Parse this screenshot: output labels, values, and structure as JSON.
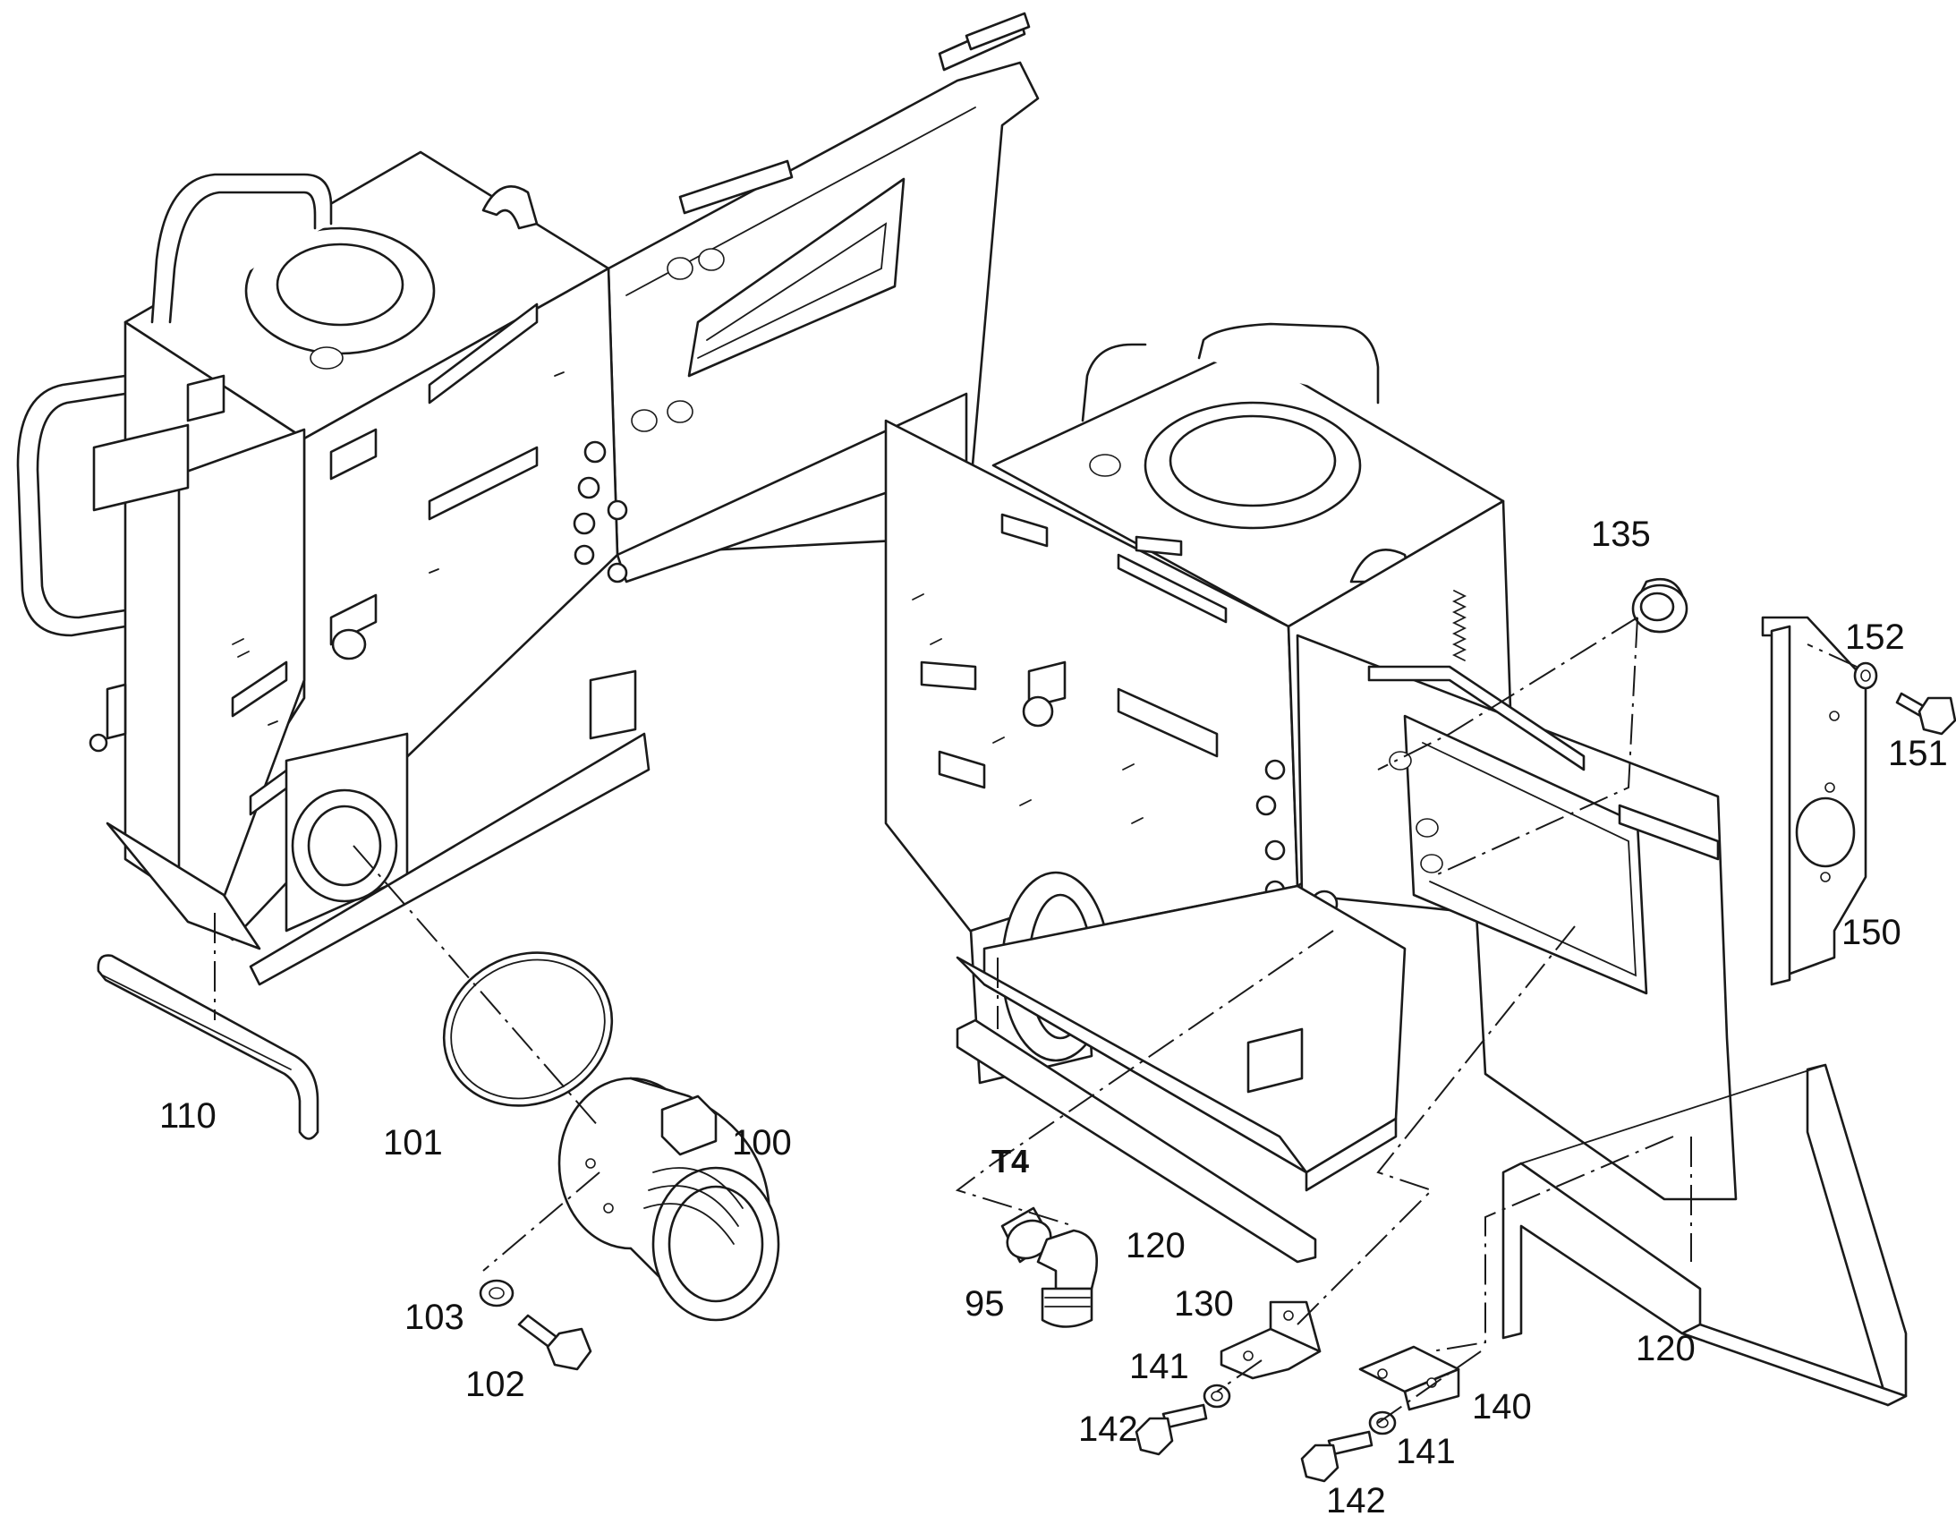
{
  "callouts": {
    "c95": "95",
    "c100": "100",
    "c101": "101",
    "c102": "102",
    "c103": "103",
    "c110": "110",
    "c120a": "120",
    "c120b": "120",
    "c130": "130",
    "c135": "135",
    "c140": "140",
    "c141a": "141",
    "c141b": "141",
    "c142a": "142",
    "c142b": "142",
    "c150": "150",
    "c151": "151",
    "c152": "152",
    "t4": "T4"
  },
  "colors": {
    "line": "#1a1a1a",
    "background": "#ffffff"
  }
}
